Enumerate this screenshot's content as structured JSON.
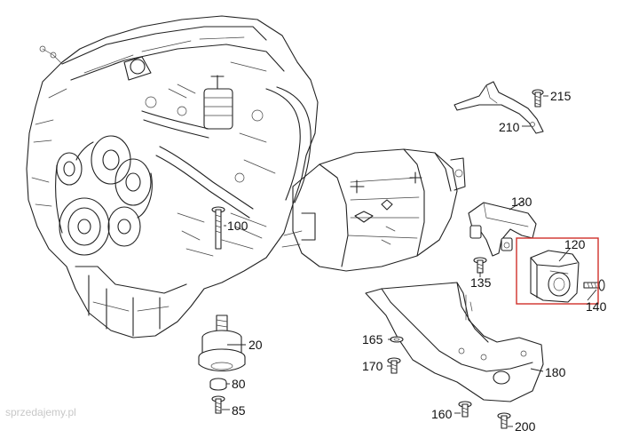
{
  "diagram": {
    "part_numbers": {
      "p20": "20",
      "p80": "80",
      "p85": "85",
      "p100": "100",
      "p120": "120",
      "p130": "130",
      "p135": "135",
      "p140": "140",
      "p160": "160",
      "p165": "165",
      "p170": "170",
      "p180": "180",
      "p200": "200",
      "p210": "210",
      "p215": "215"
    },
    "highlight_color": "#d0302a",
    "line_color": "#222222"
  },
  "watermark": "sprzedajemy.pl"
}
